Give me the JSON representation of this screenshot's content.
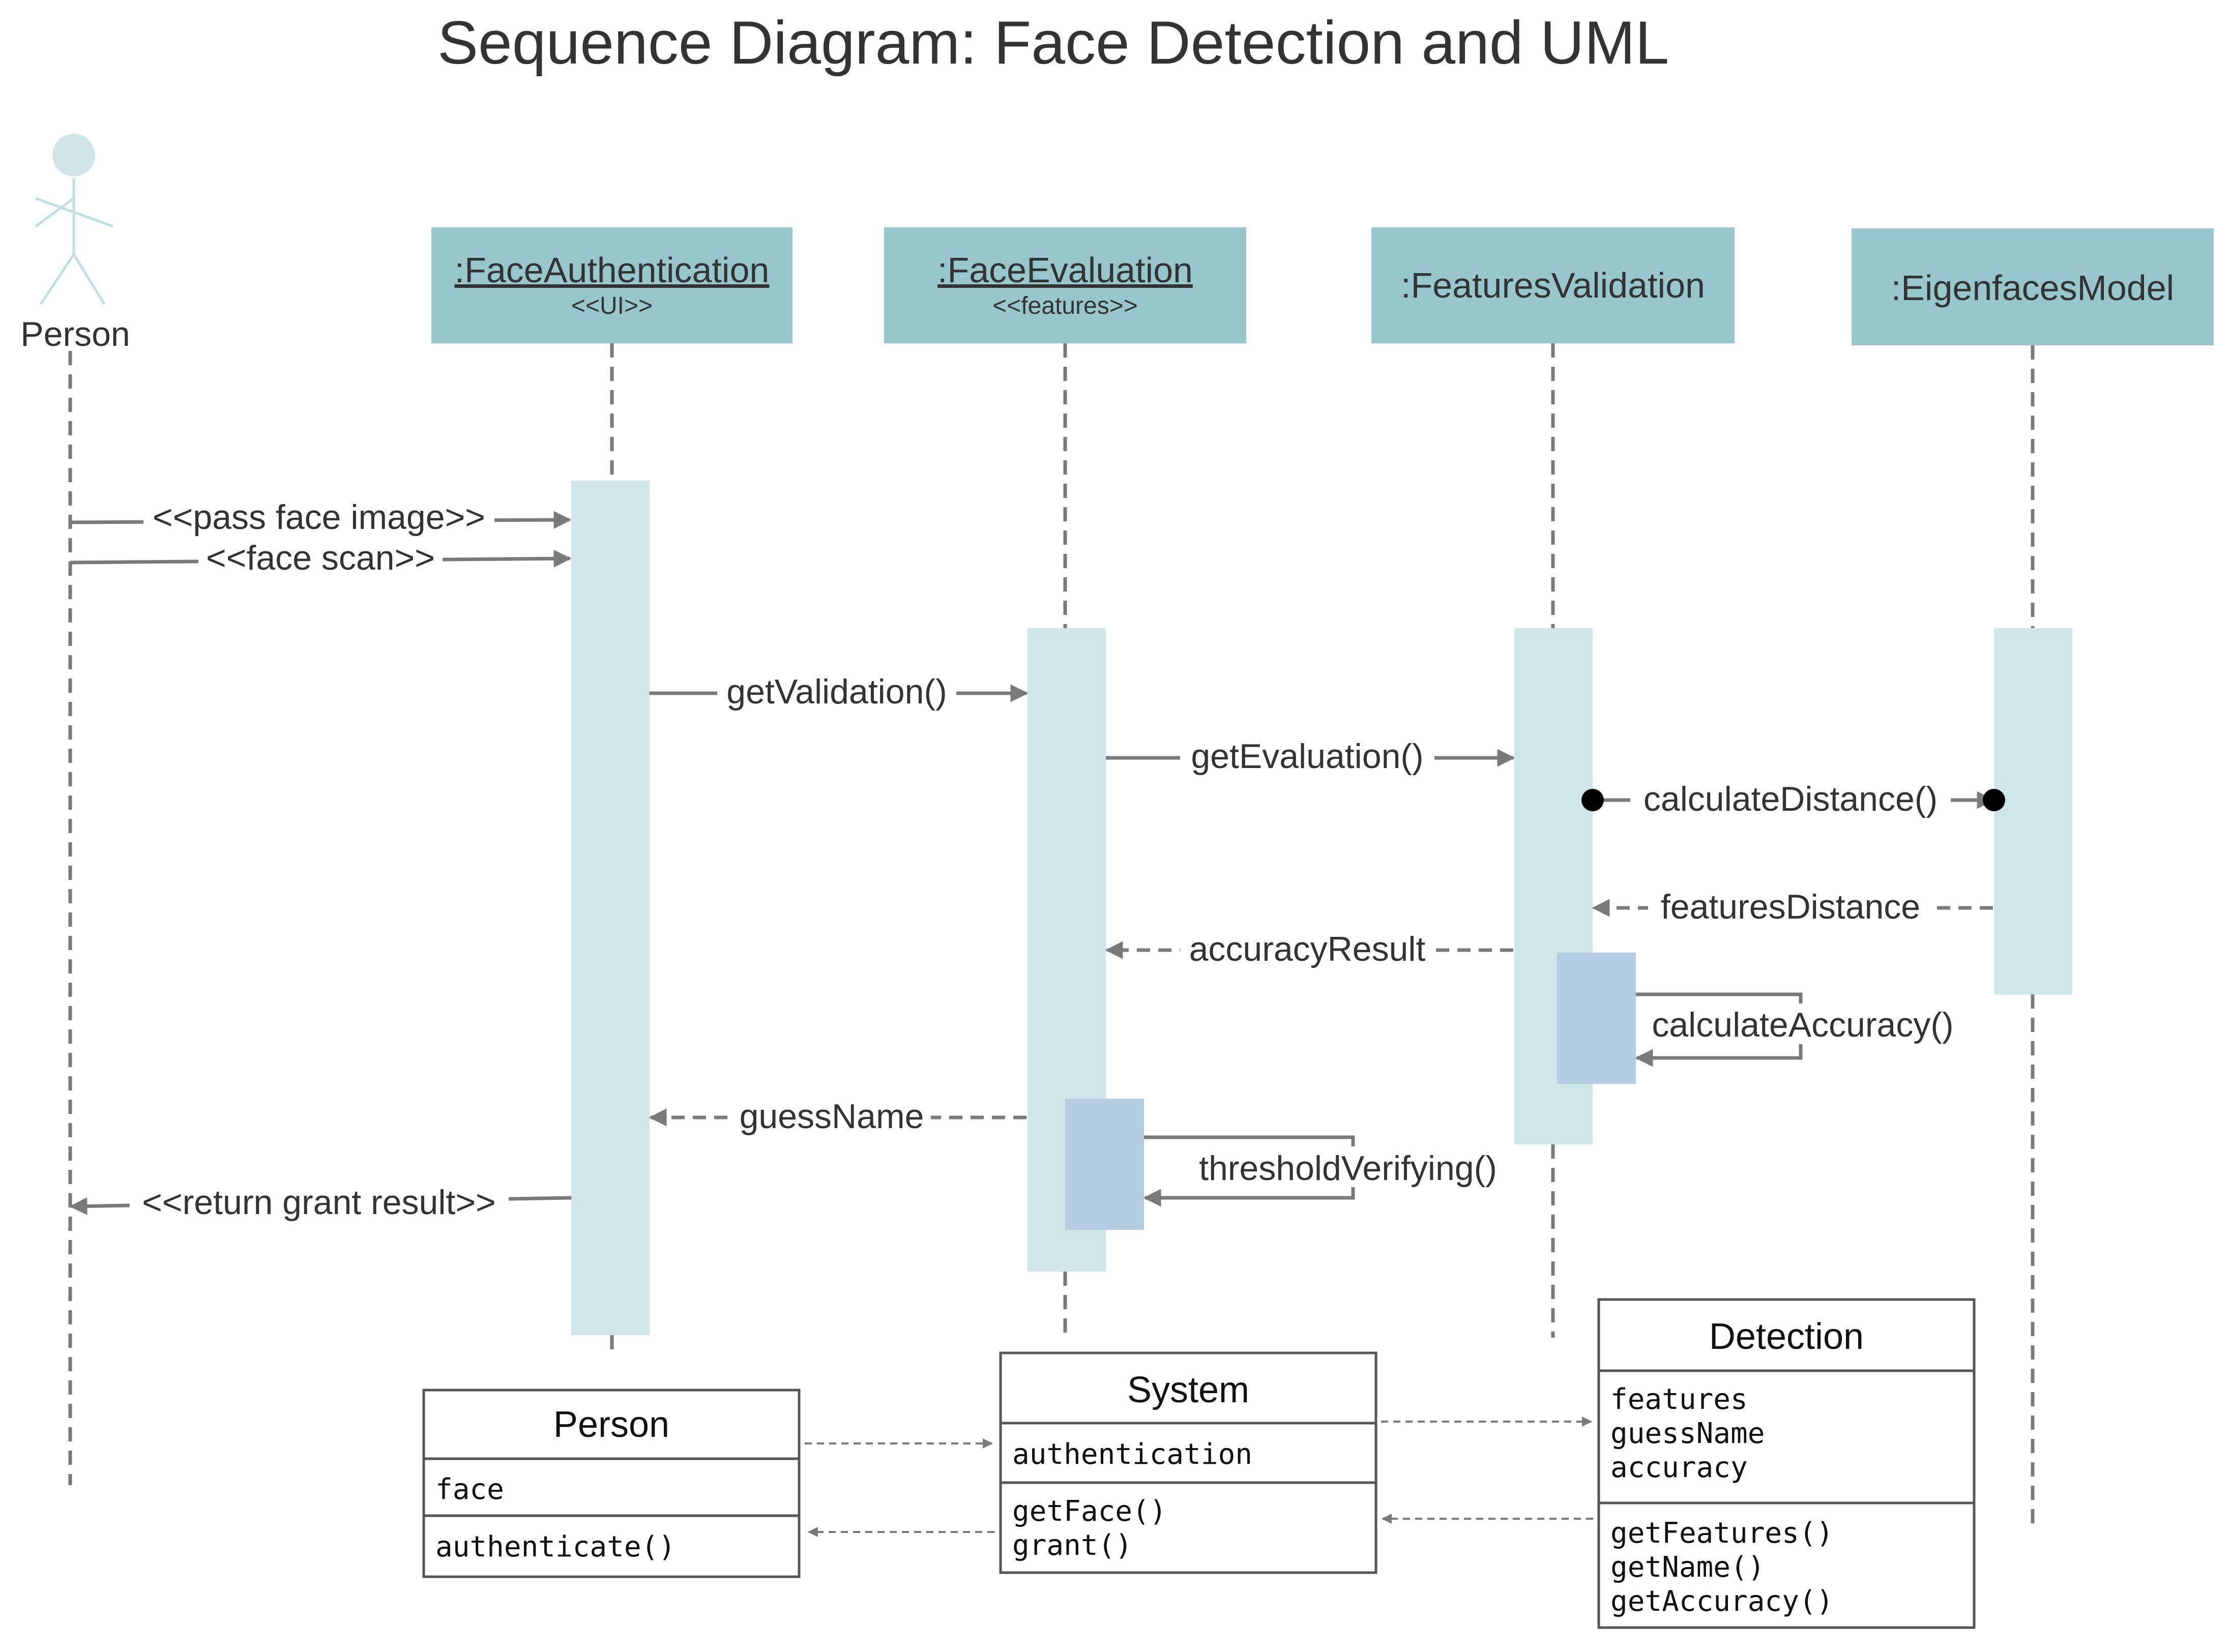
{
  "title": "Sequence Diagram: Face Detection and UML",
  "colors": {
    "header_fill": "#97c7cd",
    "activation_fill": "#d0e7e9",
    "nested_activation_fill": "#b4cde3",
    "actor_stroke": "#bfe0e3",
    "line": "#7a7a7a",
    "text": "#333333"
  },
  "actor": {
    "label": "Person",
    "icon": "stick-figure-icon"
  },
  "lifelines": [
    {
      "name": ":FaceAuthentication",
      "stereotype": "<<UI>>",
      "underline": true
    },
    {
      "name": ":FaceEvaluation",
      "stereotype": "<<features>>",
      "underline": true
    },
    {
      "name": ":FeaturesValidation",
      "stereotype": "",
      "underline": false
    },
    {
      "name": ":EigenfacesModel",
      "stereotype": "",
      "underline": false
    }
  ],
  "messages": [
    {
      "label": "<<pass face image>>",
      "kind": "sync"
    },
    {
      "label": "<<face scan>>",
      "kind": "sync"
    },
    {
      "label": "getValidation()",
      "kind": "sync"
    },
    {
      "label": "getEvaluation()",
      "kind": "sync"
    },
    {
      "label": "calculateDistance()",
      "kind": "found-lost"
    },
    {
      "label": "featuresDistance",
      "kind": "return"
    },
    {
      "label": "accuracyResult",
      "kind": "return"
    },
    {
      "label": "calculateAccuracy()",
      "kind": "self"
    },
    {
      "label": "guessName",
      "kind": "return"
    },
    {
      "label": "thresholdVerifying()",
      "kind": "self"
    },
    {
      "label": "<<return grant result>>",
      "kind": "sync"
    }
  ],
  "classes": [
    {
      "name": "Person",
      "attributes": [
        "face"
      ],
      "methods": [
        "authenticate()"
      ]
    },
    {
      "name": "System",
      "attributes": [
        "authentication"
      ],
      "methods": [
        "getFace()",
        "grant()"
      ]
    },
    {
      "name": "Detection",
      "attributes": [
        "features",
        "guessName",
        "accuracy"
      ],
      "methods": [
        "getFeatures()",
        "getName()",
        "getAccuracy()"
      ]
    }
  ]
}
